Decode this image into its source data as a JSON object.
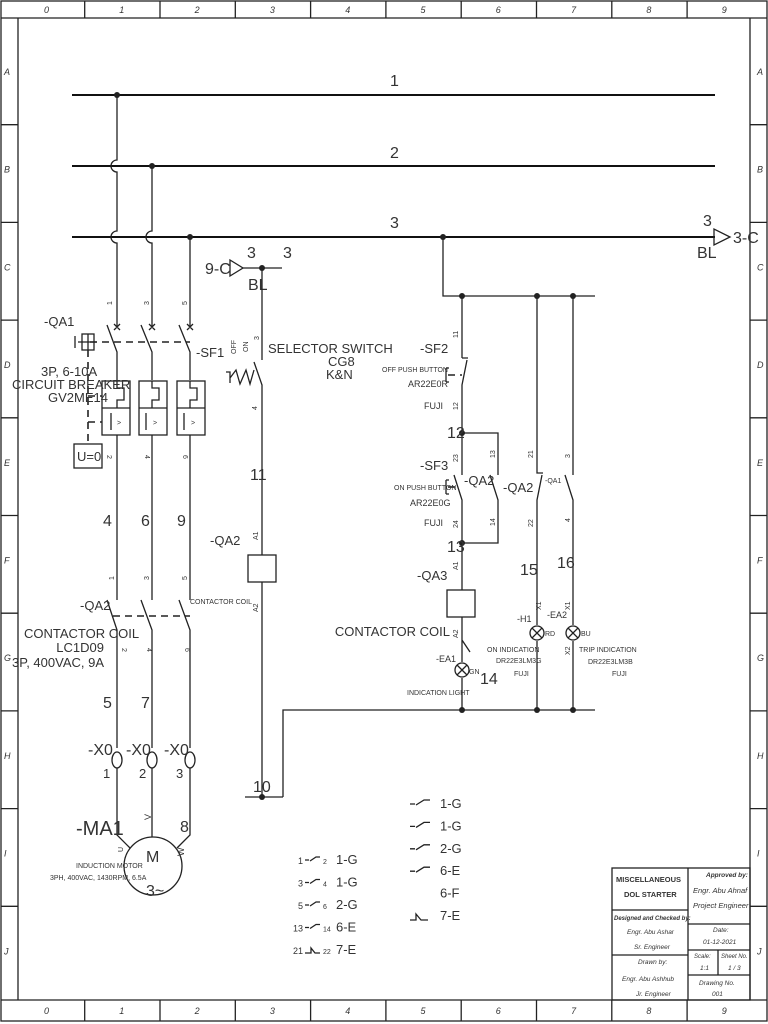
{
  "frame": {
    "columns": [
      "0",
      "1",
      "2",
      "3",
      "4",
      "5",
      "6",
      "7",
      "8",
      "9"
    ],
    "rows": [
      "A",
      "B",
      "C",
      "D",
      "E",
      "F",
      "G",
      "H",
      "I",
      "J"
    ]
  },
  "buses": {
    "l1": "1",
    "l2": "2",
    "l3": "3",
    "l3_ref": "3",
    "l3_color": "BL",
    "l3_target": "3-C"
  },
  "power": {
    "qa1": "-QA1",
    "qa1_desc1": "3P, 6-10A",
    "qa1_desc2": "CIRCUIT BREAKER",
    "qa1_desc3": "GV2ME14",
    "undervolt": "U=0",
    "t1": "1",
    "t3": "3",
    "t5": "5",
    "t2": "2",
    "t4": "4",
    "t6": "6",
    "w4": "4",
    "w6": "6",
    "w9": "9",
    "k1": "1",
    "k3": "3",
    "k5": "5",
    "k2": "2",
    "k4": "4",
    "k6": "6",
    "qa2": "-QA2",
    "qa2_desc1": "CONTACTOR COIL",
    "qa2_desc2": "LC1D09",
    "qa2_desc3": "3P, 400VAC, 9A",
    "w5": "5",
    "w7": "7",
    "x0a": "-X0",
    "x0b": "-X0",
    "x0c": "-X0",
    "x1": "1",
    "x2": "2",
    "x3": "3",
    "ma1": "-MA1",
    "u": "U",
    "v": "V",
    "w": "W",
    "w8": "8",
    "motor_m": "M",
    "motor_3": "3~",
    "motor_desc1": "INDUCTION MOTOR",
    "motor_desc2": "3PH, 400VAC, 1430RPM, 6.5A"
  },
  "control_left": {
    "in_ref": "9-C",
    "wire3a": "3",
    "wire3b": "3",
    "color": "BL",
    "sf1": "-SF1",
    "off": "OFF",
    "on": "ON",
    "t3": "3",
    "t4": "4",
    "sel1": "SELECTOR SWITCH",
    "sel2": "CG8",
    "sel3": "K&N",
    "w11": "11",
    "qa2": "-QA2",
    "a1": "A1",
    "a2": "A2",
    "coil": "CONTACTOR COIL",
    "w10": "10"
  },
  "control_right": {
    "t11": "11",
    "t12": "12",
    "sf2": "-SF2",
    "sf2_desc1": "OFF PUSH BUTTON",
    "sf2_desc2": "AR22E0R",
    "sf2_desc3": "FUJI",
    "w12": "12",
    "t23": "23",
    "t24": "24",
    "t13": "13",
    "t14": "14",
    "sf3": "-SF3",
    "sf3_desc1": "ON PUSH BUTTON",
    "sf3_desc2": "AR22E0G",
    "sf3_desc3": "FUJI",
    "qa2a": "-QA2",
    "qa2b": "-QA2",
    "w13": "13",
    "qa3": "-QA3",
    "a1": "A1",
    "a2": "A2",
    "coil": "CONTACTOR COIL",
    "t21": "21",
    "t22": "22",
    "qa1": "-QA1",
    "q3": "3",
    "q4": "4",
    "w15": "15",
    "w16": "16",
    "ea1": "-EA1",
    "gn": "GN",
    "w14": "14",
    "ind": "INDICATION LIGHT",
    "h1": "-H1",
    "rd": "RD",
    "on1": "ON INDICATION",
    "on2": "DR22E3LM3G",
    "on3": "FUJI",
    "ea2": "-EA2",
    "bu": "BU",
    "trip1": "TRIP INDICATION",
    "trip2": "DR22E3LM3B",
    "trip3": "FUJI",
    "x1": "X1",
    "x2": "X2"
  },
  "legend_left": [
    {
      "a": "1",
      "b": "2",
      "ref": "1-G"
    },
    {
      "a": "3",
      "b": "4",
      "ref": "1-G"
    },
    {
      "a": "5",
      "b": "6",
      "ref": "2-G"
    },
    {
      "a": "13",
      "b": "14",
      "ref": "6-E"
    },
    {
      "a": "21",
      "b": "22",
      "ref": "7-E"
    }
  ],
  "legend_right": [
    "1-G",
    "1-G",
    "2-G",
    "6-E",
    "6-F",
    "7-E"
  ],
  "title_block": {
    "title1": "MISCELLANEOUS",
    "title2": "DOL STARTER",
    "approved_label": "Approved by:",
    "approved_name": "Engr. Abu Ahnaf",
    "approved_role": "Project Engineer",
    "designed_label": "Designed and Checked by:",
    "designed_name": "Engr. Abu Ashar",
    "designed_role": "Sr. Engineer",
    "date_label": "Date:",
    "date": "01-12-2021",
    "scale_label": "Scale:",
    "scale": "1:1",
    "sheet_label": "Sheet No.",
    "sheet": "1 / 3",
    "drawn_label": "Drawn by:",
    "drawn_name": "Engr. Abu Ashhub",
    "drawn_role": "Jr. Engineer",
    "drawing_no_label": "Drawing No.",
    "drawing_no": "001"
  }
}
